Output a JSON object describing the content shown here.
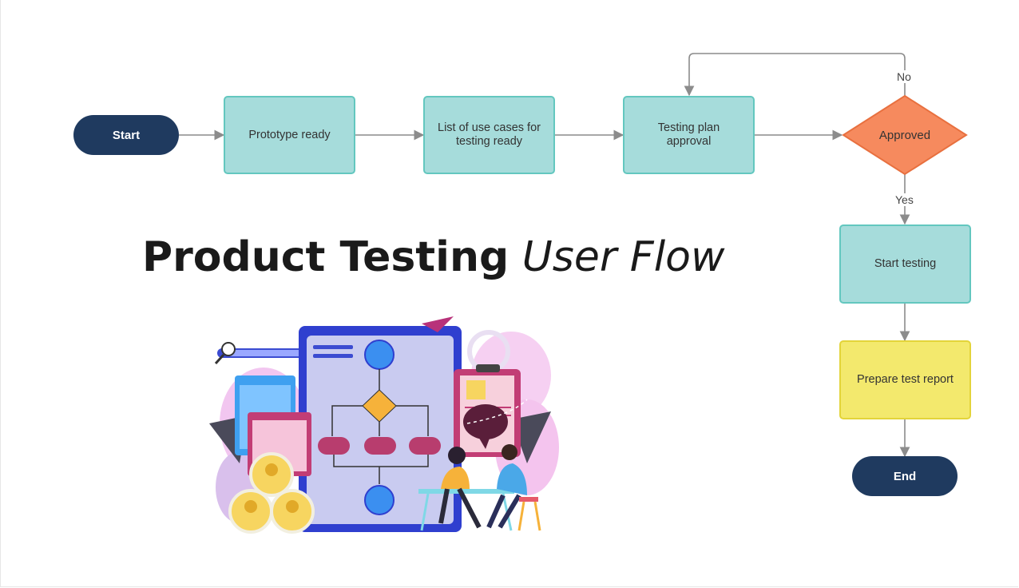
{
  "title": {
    "bold": "Product Testing",
    "italic": "User Flow"
  },
  "colors": {
    "terminal": "#1f3a5f",
    "process": "#a6dcdb",
    "process_border": "#63c7bf",
    "decision": "#f68a5e",
    "report": "#f3e96d",
    "connector": "#8c8c8c"
  },
  "flow": {
    "start": "Start",
    "prototype": "Prototype ready",
    "use_cases": "List of use cases for testing ready",
    "testing_plan": "Testing plan approval",
    "approved": "Approved",
    "start_testing": "Start testing",
    "report": "Prepare test report",
    "end": "End"
  },
  "edges": {
    "no": "No",
    "yes": "Yes"
  },
  "illustration": {
    "icon": "product-testing-illustration"
  }
}
